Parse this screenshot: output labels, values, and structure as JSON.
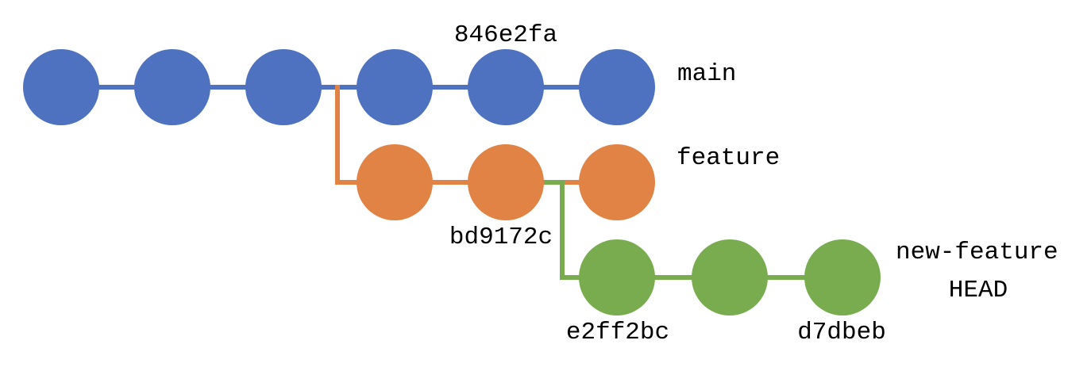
{
  "colors": {
    "main_branch": "#4E72BF",
    "feature_branch": "#E08345",
    "new_feature_branch": "#79AC4F",
    "label_text": "#000000",
    "background": "#FFFFFF"
  },
  "branches": {
    "main": {
      "label": "main",
      "commit_count": 6,
      "highlighted_commit": "846e2fa"
    },
    "feature": {
      "label": "feature",
      "commit_count": 3,
      "branched_from": "main",
      "highlighted_commit": "bd9172c"
    },
    "new_feature": {
      "label": "new-feature",
      "head_label": "HEAD",
      "commit_count": 3,
      "branched_from": "feature",
      "first_commit": "e2ff2bc",
      "head_commit": "d7dbeb"
    }
  }
}
